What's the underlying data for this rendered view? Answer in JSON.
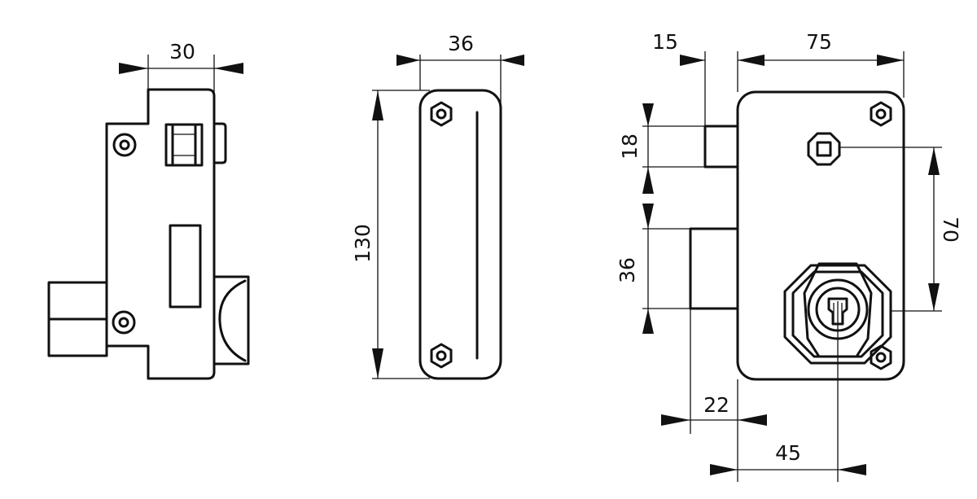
{
  "views": {
    "side": {
      "width_label": "30"
    },
    "edge": {
      "width_label": "36",
      "height_label": "130"
    },
    "front": {
      "bolt_offset_label": "15",
      "case_width_label": "75",
      "upper_bolt_height_label": "18",
      "lower_bolt_height_label": "36",
      "spindle_to_cylinder_label": "70",
      "lower_bolt_offset_label": "22",
      "cylinder_offset_label": "45"
    }
  },
  "colors": {
    "line": "#111111",
    "background": "#ffffff"
  }
}
